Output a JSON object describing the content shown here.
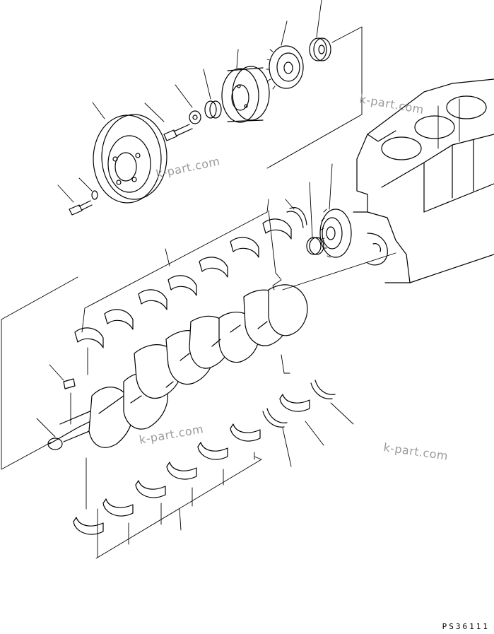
{
  "watermarks": [
    "k-part.com",
    "k-part.com",
    "k-part.com",
    "k-part.com"
  ],
  "drawing_code": "PS36111"
}
